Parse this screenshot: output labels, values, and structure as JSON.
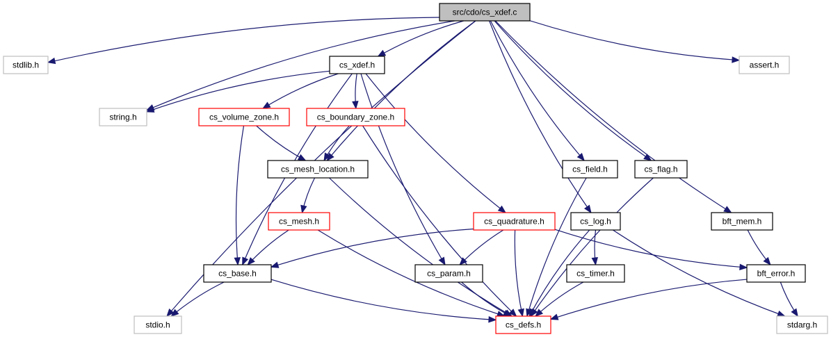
{
  "nodes": [
    {
      "id": "cs_xdef_c",
      "label": "src/cdo/cs_xdef.c",
      "style": "root"
    },
    {
      "id": "stdlib_h",
      "label": "stdlib.h",
      "style": "external"
    },
    {
      "id": "cs_xdef_h",
      "label": "cs_xdef.h",
      "style": "normal"
    },
    {
      "id": "assert_h",
      "label": "assert.h",
      "style": "external"
    },
    {
      "id": "string_h",
      "label": "string.h",
      "style": "external"
    },
    {
      "id": "cs_volume_zone_h",
      "label": "cs_volume_zone.h",
      "style": "truncated"
    },
    {
      "id": "cs_boundary_zone_h",
      "label": "cs_boundary_zone.h",
      "style": "truncated"
    },
    {
      "id": "cs_mesh_location_h",
      "label": "cs_mesh_location.h",
      "style": "normal"
    },
    {
      "id": "cs_field_h",
      "label": "cs_field.h",
      "style": "normal"
    },
    {
      "id": "cs_flag_h",
      "label": "cs_flag.h",
      "style": "normal"
    },
    {
      "id": "cs_mesh_h",
      "label": "cs_mesh.h",
      "style": "truncated"
    },
    {
      "id": "cs_quadrature_h",
      "label": "cs_quadrature.h",
      "style": "truncated"
    },
    {
      "id": "cs_log_h",
      "label": "cs_log.h",
      "style": "normal"
    },
    {
      "id": "bft_mem_h",
      "label": "bft_mem.h",
      "style": "normal"
    },
    {
      "id": "cs_base_h",
      "label": "cs_base.h",
      "style": "normal"
    },
    {
      "id": "cs_param_h",
      "label": "cs_param.h",
      "style": "normal"
    },
    {
      "id": "cs_timer_h",
      "label": "cs_timer.h",
      "style": "normal"
    },
    {
      "id": "bft_error_h",
      "label": "bft_error.h",
      "style": "normal"
    },
    {
      "id": "stdio_h",
      "label": "stdio.h",
      "style": "external"
    },
    {
      "id": "cs_defs_h",
      "label": "cs_defs.h",
      "style": "truncated"
    },
    {
      "id": "stdarg_h",
      "label": "stdarg.h",
      "style": "external"
    }
  ],
  "edges": [
    [
      "cs_xdef_c",
      "stdlib_h"
    ],
    [
      "cs_xdef_c",
      "stdio_h"
    ],
    [
      "cs_xdef_c",
      "string_h"
    ],
    [
      "cs_xdef_c",
      "cs_xdef_h"
    ],
    [
      "cs_xdef_c",
      "cs_mesh_location_h"
    ],
    [
      "cs_xdef_c",
      "cs_log_h"
    ],
    [
      "cs_xdef_c",
      "cs_field_h"
    ],
    [
      "cs_xdef_c",
      "cs_flag_h"
    ],
    [
      "cs_xdef_c",
      "bft_mem_h"
    ],
    [
      "cs_xdef_c",
      "assert_h"
    ],
    [
      "cs_xdef_h",
      "string_h"
    ],
    [
      "cs_xdef_h",
      "cs_base_h"
    ],
    [
      "cs_xdef_h",
      "cs_volume_zone_h"
    ],
    [
      "cs_xdef_h",
      "cs_boundary_zone_h"
    ],
    [
      "cs_xdef_h",
      "cs_param_h"
    ],
    [
      "cs_xdef_h",
      "cs_quadrature_h"
    ],
    [
      "cs_volume_zone_h",
      "cs_mesh_location_h"
    ],
    [
      "cs_volume_zone_h",
      "cs_base_h"
    ],
    [
      "cs_boundary_zone_h",
      "cs_mesh_location_h"
    ],
    [
      "cs_boundary_zone_h",
      "cs_defs_h"
    ],
    [
      "cs_mesh_location_h",
      "cs_mesh_h"
    ],
    [
      "cs_mesh_location_h",
      "cs_defs_h"
    ],
    [
      "cs_mesh_h",
      "cs_base_h"
    ],
    [
      "cs_mesh_h",
      "cs_defs_h"
    ],
    [
      "cs_quadrature_h",
      "cs_base_h"
    ],
    [
      "cs_quadrature_h",
      "cs_param_h"
    ],
    [
      "cs_quadrature_h",
      "cs_defs_h"
    ],
    [
      "cs_quadrature_h",
      "bft_error_h"
    ],
    [
      "cs_field_h",
      "cs_defs_h"
    ],
    [
      "cs_flag_h",
      "cs_defs_h"
    ],
    [
      "cs_log_h",
      "cs_timer_h"
    ],
    [
      "cs_log_h",
      "cs_defs_h"
    ],
    [
      "cs_log_h",
      "stdarg_h"
    ],
    [
      "bft_mem_h",
      "bft_error_h"
    ],
    [
      "cs_base_h",
      "stdio_h"
    ],
    [
      "cs_base_h",
      "cs_defs_h"
    ],
    [
      "cs_param_h",
      "cs_defs_h"
    ],
    [
      "cs_timer_h",
      "cs_defs_h"
    ],
    [
      "bft_error_h",
      "cs_defs_h"
    ],
    [
      "bft_error_h",
      "stdarg_h"
    ]
  ],
  "colors": {
    "edge": "#191970",
    "root_fill": "#bfbfbf",
    "normal_border": "#000000",
    "external_border": "#bfbfbf",
    "truncated_border": "#ff0000"
  }
}
